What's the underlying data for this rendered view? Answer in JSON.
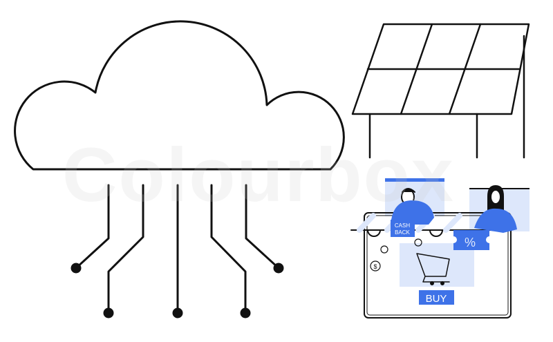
{
  "illustration": {
    "cashback_label_line1": "CASH",
    "cashback_label_line2": "BACK",
    "buy_label": "BUY",
    "coupon_symbol": "%",
    "coin_symbol": "$",
    "watermark": "Colourbox"
  },
  "colors": {
    "accent": "#3e72e8",
    "light": "#dde7fb",
    "stroke": "#111111"
  }
}
